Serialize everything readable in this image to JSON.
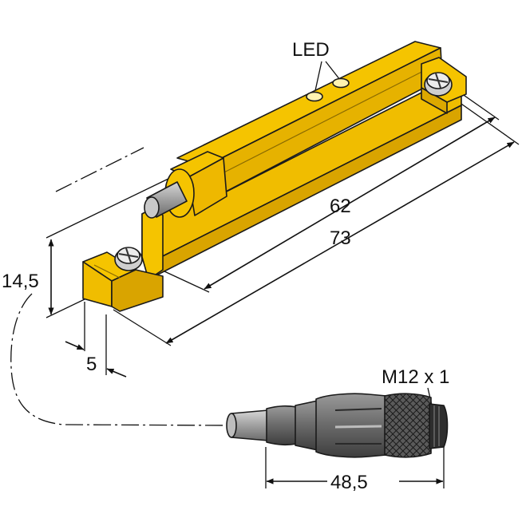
{
  "labels": {
    "led": "LED",
    "dim_62": "62",
    "dim_73": "73",
    "dim_14_5": "14,5",
    "dim_5": "5",
    "thread": "M12 x 1",
    "dim_48_5": "48,5"
  },
  "colors": {
    "housing_yellow": "#f5c400",
    "housing_shade": "#e0a800",
    "housing_dark": "#c99600",
    "cable_gray": "#a8a8a8",
    "connector_dark": "#505050",
    "line": "#111111"
  }
}
